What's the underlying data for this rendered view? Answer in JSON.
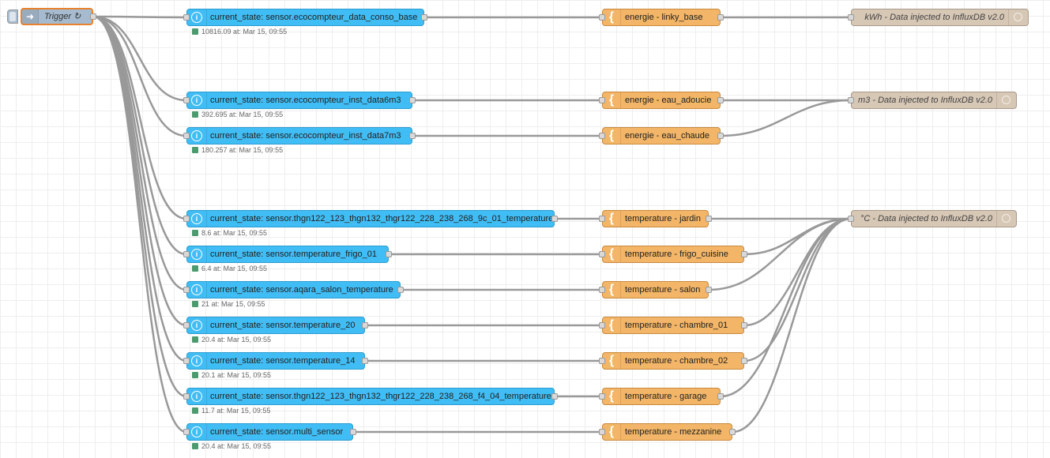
{
  "inject": {
    "label": "Trigger ↻",
    "icon": "inject-arrow-icon"
  },
  "states": [
    {
      "label": "current_state: sensor.ecocompteur_data_conso_base",
      "status": "10816.09 at: Mar 15, 09:55"
    },
    {
      "label": "current_state: sensor.ecocompteur_inst_data6m3",
      "status": "392.695 at: Mar 15, 09:55"
    },
    {
      "label": "current_state: sensor.ecocompteur_inst_data7m3",
      "status": "180.257 at: Mar 15, 09:55"
    },
    {
      "label": "current_state: sensor.thgn122_123_thgn132_thgr122_228_238_268_9c_01_temperature",
      "status": "8.6 at: Mar 15, 09:55"
    },
    {
      "label": "current_state: sensor.temperature_frigo_01",
      "status": "6.4 at: Mar 15, 09:55"
    },
    {
      "label": "current_state: sensor.aqara_salon_temperature",
      "status": "21 at: Mar 15, 09:55"
    },
    {
      "label": "current_state: sensor.temperature_20",
      "status": "20.4 at: Mar 15, 09:55"
    },
    {
      "label": "current_state: sensor.temperature_14",
      "status": "20.1 at: Mar 15, 09:55"
    },
    {
      "label": "current_state: sensor.thgn122_123_thgn132_thgr122_228_238_268_f4_04_temperature",
      "status": "11.7 at: Mar 15, 09:55"
    },
    {
      "label": "current_state: sensor.multi_sensor",
      "status": "20.4 at: Mar 15, 09:55"
    }
  ],
  "functions": [
    {
      "label": "energie - linky_base"
    },
    {
      "label": "energie - eau_adoucie"
    },
    {
      "label": "energie - eau_chaude"
    },
    {
      "label": "temperature - jardin"
    },
    {
      "label": "temperature - frigo_cuisine"
    },
    {
      "label": "temperature - salon"
    },
    {
      "label": "temperature - chambre_01"
    },
    {
      "label": "temperature - chambre_02"
    },
    {
      "label": "temperature - garage"
    },
    {
      "label": "temperature - mezzanine"
    }
  ],
  "outputs": [
    {
      "label": "kWh - Data injected to InfluxDB v2.0"
    },
    {
      "label": "m3 - Data injected to InfluxDB v2.0"
    },
    {
      "label": "°C - Data injected to InfluxDB v2.0"
    }
  ],
  "colors": {
    "state_node": "#41bdf5",
    "function_node": "#f3b567",
    "influx_node": "#d7c7b5",
    "inject_node": "#a6bbcf",
    "wire": "#999999"
  }
}
